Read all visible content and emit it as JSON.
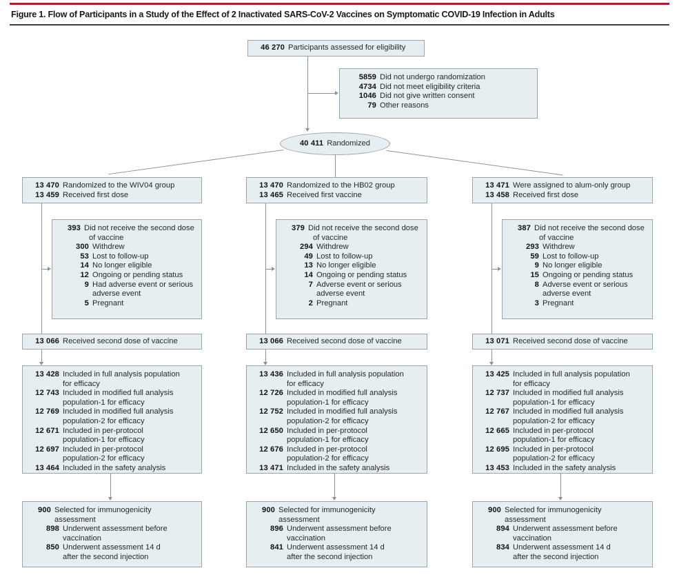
{
  "figure": {
    "title": "Figure 1. Flow of Participants in a Study of the Effect of 2 Inactivated SARS-CoV-2 Vaccines on Symptomatic COVID-19 Infection in Adults",
    "accent_red": "#c8102e",
    "box_fill": "#e7eef2",
    "box_border": "#9aa4ab",
    "connector_color": "#8a9299"
  },
  "enrollment": {
    "assessed": {
      "n": "46 270",
      "label": "Participants  assessed for eligibility"
    },
    "excluded": {
      "n": "5859",
      "label": "Did not undergo randomization",
      "reasons": [
        {
          "n": "4734",
          "label": "Did not meet eligibility criteria"
        },
        {
          "n": "1046",
          "label": "Did not give written consent"
        },
        {
          "n": "79",
          "label": "Other reasons"
        }
      ]
    },
    "randomized": {
      "n": "40 411",
      "label": "Randomized"
    }
  },
  "arms": [
    {
      "id": "wiv04",
      "assignment": [
        {
          "n": "13 470",
          "label": "Randomized to the WIV04 group"
        },
        {
          "n": "13 459",
          "label": "Received first dose"
        }
      ],
      "dropout": {
        "n": "393",
        "label": "Did not receive the second dose",
        "label_cont": "of vaccine",
        "reasons": [
          {
            "n": "300",
            "label": "Withdrew"
          },
          {
            "n": "53",
            "label": "Lost to follow-up"
          },
          {
            "n": "14",
            "label": "No longer eligible"
          },
          {
            "n": "12",
            "label": "Ongoing or pending status"
          },
          {
            "n": "9",
            "label": "Had adverse event or serious",
            "label_cont": "adverse event"
          },
          {
            "n": "5",
            "label": "Pregnant"
          }
        ]
      },
      "second_dose": {
        "n": "13 066",
        "label": "Received second dose of vaccine"
      },
      "analysis": [
        {
          "n": "13 428",
          "label": "Included in full analysis population",
          "label_cont": "for efficacy"
        },
        {
          "n": "12 743",
          "label": "Included in modified full analysis",
          "label_cont": "population-1 for efficacy"
        },
        {
          "n": "12 769",
          "label": "Included in modified full analysis",
          "label_cont": "population-2 for efficacy"
        },
        {
          "n": "12 671",
          "label": "Included in per-protocol",
          "label_cont": "population-1 for efficacy"
        },
        {
          "n": "12 697",
          "label": "Included in per-protocol",
          "label_cont": "population-2 for efficacy"
        },
        {
          "n": "13 464",
          "label": "Included in the safety analysis",
          "label_cont": ""
        }
      ],
      "immunogenicity": {
        "n": "900",
        "label": "Selected for immunogenicity",
        "label_cont": "assessment",
        "items": [
          {
            "n": "898",
            "label": "Underwent assessment before",
            "label_cont": "vaccination"
          },
          {
            "n": "850",
            "label": "Underwent assessment 14 d",
            "label_cont": "after the second injection"
          }
        ]
      }
    },
    {
      "id": "hb02",
      "assignment": [
        {
          "n": "13 470",
          "label": "Randomized to the HB02 group"
        },
        {
          "n": "13 465",
          "label": "Received first vaccine"
        }
      ],
      "dropout": {
        "n": "379",
        "label": "Did not receive the second dose",
        "label_cont": "of vaccine",
        "reasons": [
          {
            "n": "294",
            "label": "Withdrew"
          },
          {
            "n": "49",
            "label": "Lost to follow-up"
          },
          {
            "n": "13",
            "label": "No longer eligible"
          },
          {
            "n": "14",
            "label": "Ongoing or pending status"
          },
          {
            "n": "7",
            "label": "Adverse event or serious",
            "label_cont": "adverse event"
          },
          {
            "n": "2",
            "label": "Pregnant"
          }
        ]
      },
      "second_dose": {
        "n": "13 066",
        "label": "Received second dose of vaccine"
      },
      "analysis": [
        {
          "n": "13 436",
          "label": "Included in full analysis population",
          "label_cont": "for efficacy"
        },
        {
          "n": "12 726",
          "label": "Included in modified full analysis",
          "label_cont": "population-1 for efficacy"
        },
        {
          "n": "12 752",
          "label": "Included in modified full analysis",
          "label_cont": "population-2 for efficacy"
        },
        {
          "n": "12 650",
          "label": "Included in per-protocol",
          "label_cont": "population-1 for efficacy"
        },
        {
          "n": "12 676",
          "label": "Included in per-protocol",
          "label_cont": "population-2 for efficacy"
        },
        {
          "n": "13 471",
          "label": "Included in the safety analysis",
          "label_cont": ""
        }
      ],
      "immunogenicity": {
        "n": "900",
        "label": "Selected for immunogenicity",
        "label_cont": "assessment",
        "items": [
          {
            "n": "896",
            "label": "Underwent assessment before",
            "label_cont": "vaccination"
          },
          {
            "n": "841",
            "label": "Underwent assessment 14 d",
            "label_cont": "after the second injection"
          }
        ]
      }
    },
    {
      "id": "alum",
      "assignment": [
        {
          "n": "13 471",
          "label": "Were assigned to alum-only group"
        },
        {
          "n": "13 458",
          "label": "Received first dose"
        }
      ],
      "dropout": {
        "n": "387",
        "label": "Did not receive the second dose",
        "label_cont": "of vaccine",
        "reasons": [
          {
            "n": "293",
            "label": "Withdrew"
          },
          {
            "n": "59",
            "label": "Lost to follow-up"
          },
          {
            "n": "9",
            "label": "No longer eligible"
          },
          {
            "n": "15",
            "label": "Ongoing or pending status"
          },
          {
            "n": "8",
            "label": "Adverse event or serious",
            "label_cont": "adverse event"
          },
          {
            "n": "3",
            "label": "Pregnant"
          }
        ]
      },
      "second_dose": {
        "n": "13 071",
        "label": "Received second dose of vaccine"
      },
      "analysis": [
        {
          "n": "13 425",
          "label": "Included in full analysis population",
          "label_cont": "for efficacy"
        },
        {
          "n": "12 737",
          "label": "Included in modified full analysis",
          "label_cont": "population-1 for efficacy"
        },
        {
          "n": "12 767",
          "label": "Included in modified full analysis",
          "label_cont": "population-2 for efficacy"
        },
        {
          "n": "12 665",
          "label": "Included in per-protocol",
          "label_cont": "population-1 for efficacy"
        },
        {
          "n": "12 695",
          "label": "Included in per-protocol",
          "label_cont": "population-2 for efficacy"
        },
        {
          "n": "13 453",
          "label": "Included in the safety analysis",
          "label_cont": ""
        }
      ],
      "immunogenicity": {
        "n": "900",
        "label": "Selected for immunogenicity",
        "label_cont": "assessment",
        "items": [
          {
            "n": "894",
            "label": "Underwent assessment before",
            "label_cont": "vaccination"
          },
          {
            "n": "834",
            "label": "Underwent assessment 14 d",
            "label_cont": "after the second injection"
          }
        ]
      }
    }
  ]
}
